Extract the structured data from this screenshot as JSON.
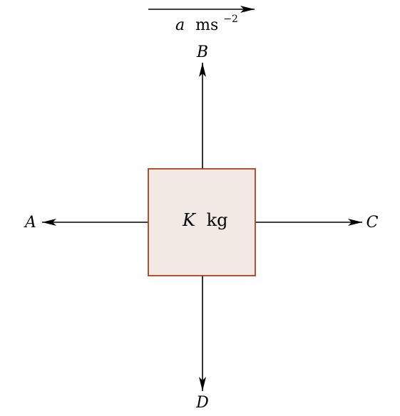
{
  "diagram": {
    "acceleration": {
      "symbol": "a",
      "unit": "ms",
      "exponent": "−2"
    },
    "block": {
      "mass_symbol": "K",
      "mass_unit": "kg",
      "fill": "#f2e9e4",
      "stroke": "#a5401e"
    },
    "forces": {
      "top": "B",
      "left": "A",
      "right": "C",
      "bottom": "D"
    },
    "colors": {
      "arrow": "#000000"
    }
  }
}
